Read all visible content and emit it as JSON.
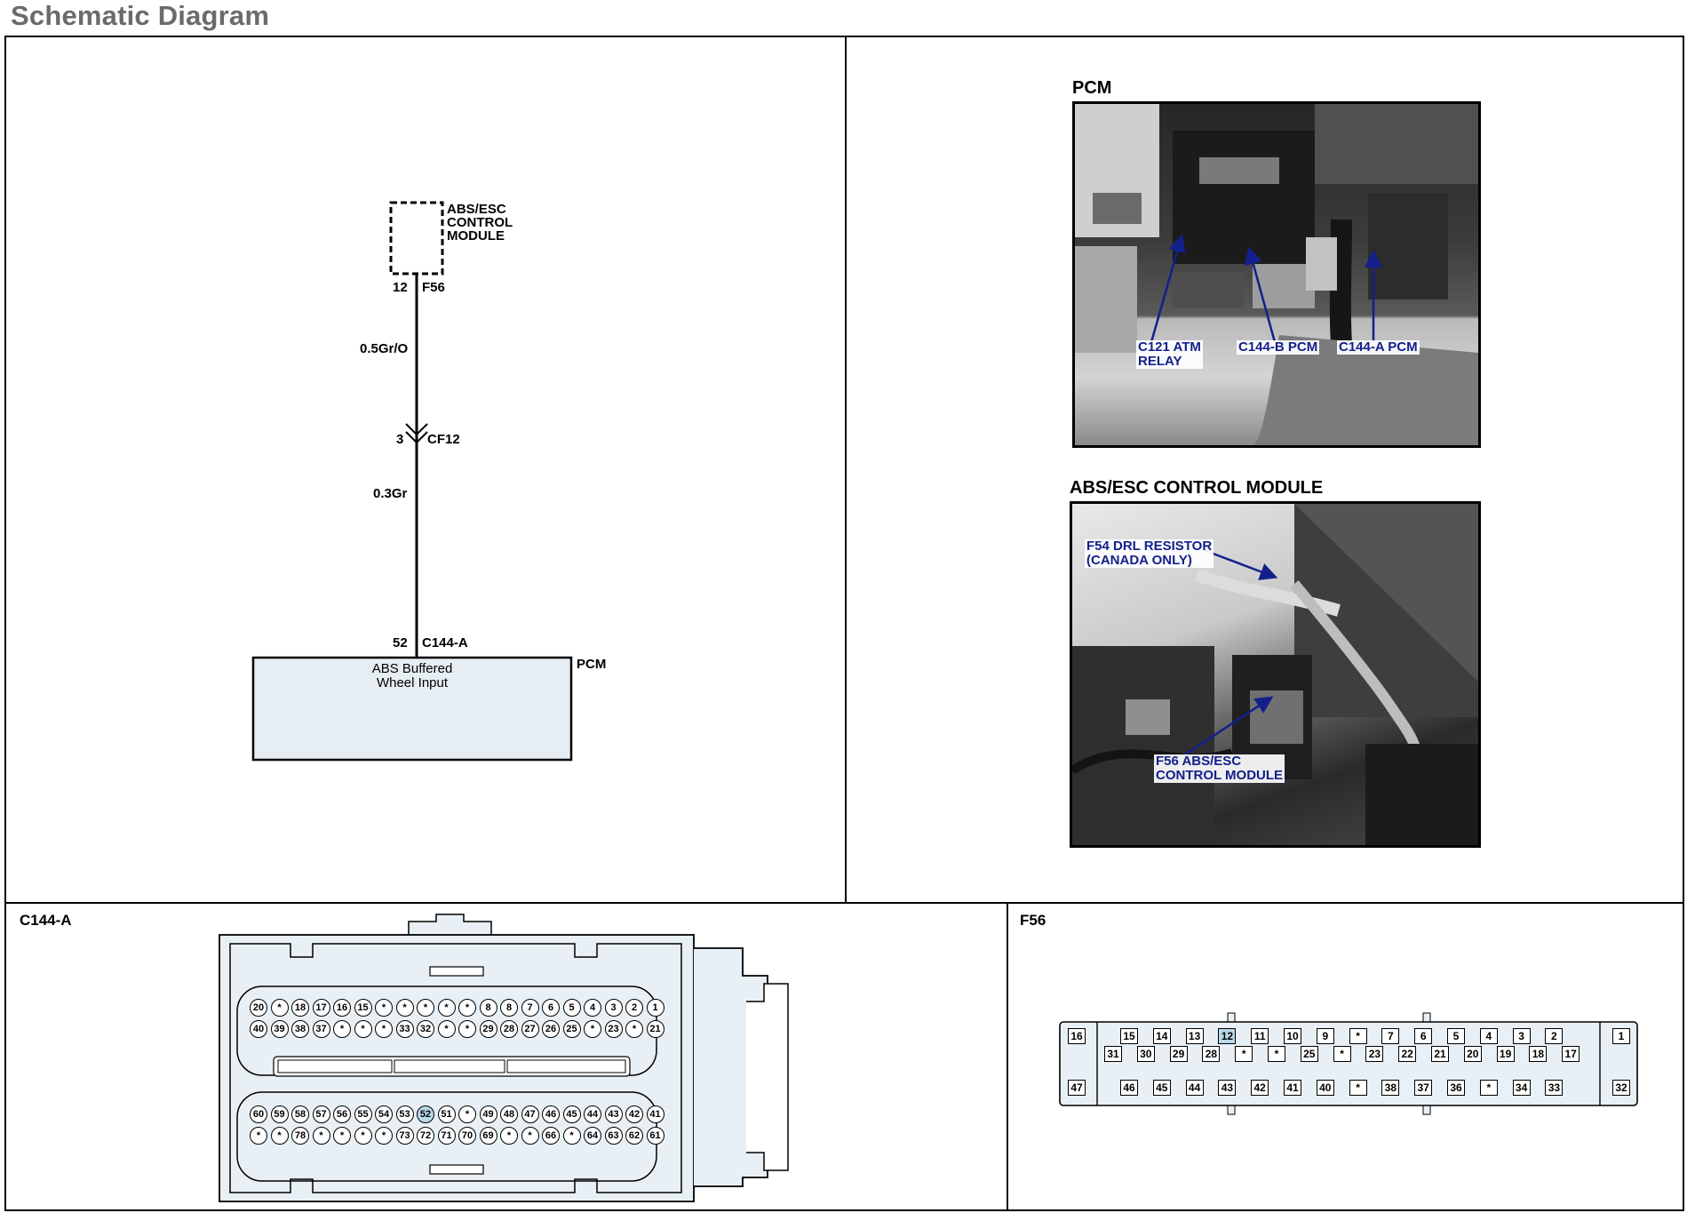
{
  "title": "Schematic Diagram",
  "schematic": {
    "module_top": {
      "name": "ABS/ESC\nCONTROL\nMODULE",
      "pin": "12",
      "connector": "F56"
    },
    "wire1": "0.5Gr/O",
    "inline": {
      "pin": "3",
      "connector": "CF12"
    },
    "wire2": "0.3Gr",
    "module_bottom": {
      "pin": "52",
      "connector": "C144-A",
      "name": "PCM",
      "function": "ABS Buffered\nWheel Input"
    }
  },
  "photos": {
    "pcm": {
      "title": "PCM",
      "callouts": [
        "C121 ATM\nRELAY",
        "C144-B PCM",
        "C144-A PCM"
      ]
    },
    "abs": {
      "title": "ABS/ESC CONTROL MODULE",
      "callouts": [
        "F54 DRL RESISTOR\n(CANADA ONLY)",
        "F56 ABS/ESC\nCONTROL MODULE"
      ]
    }
  },
  "connector_c144a": {
    "title": "C144-A",
    "highlight": "52",
    "rows": [
      [
        "20",
        "*",
        "18",
        "17",
        "16",
        "15",
        "*",
        "*",
        "*",
        "*",
        "*",
        "8",
        "8",
        "7",
        "6",
        "5",
        "4",
        "3",
        "2",
        "1"
      ],
      [
        "40",
        "39",
        "38",
        "37",
        "*",
        "*",
        "*",
        "33",
        "32",
        "*",
        "*",
        "29",
        "28",
        "27",
        "26",
        "25",
        "*",
        "23",
        "*",
        "21"
      ],
      [
        "60",
        "59",
        "58",
        "57",
        "56",
        "55",
        "54",
        "53",
        "52",
        "51",
        "*",
        "49",
        "48",
        "47",
        "46",
        "45",
        "44",
        "43",
        "42",
        "41"
      ],
      [
        "*",
        "*",
        "78",
        "*",
        "*",
        "*",
        "*",
        "73",
        "72",
        "71",
        "70",
        "69",
        "*",
        "*",
        "66",
        "*",
        "64",
        "63",
        "62",
        "61"
      ]
    ]
  },
  "connector_f56": {
    "title": "F56",
    "highlight": "12",
    "row1_left": "16",
    "row1": [
      "15",
      "14",
      "13",
      "12",
      "11",
      "10",
      "9",
      "*",
      "7",
      "6",
      "5",
      "4",
      "3",
      "2"
    ],
    "row1_right": "1",
    "row2": [
      "31",
      "30",
      "29",
      "28",
      "*",
      "*",
      "25",
      "*",
      "23",
      "22",
      "21",
      "20",
      "19",
      "18",
      "17"
    ],
    "row3_left": "47",
    "row3": [
      "46",
      "45",
      "44",
      "43",
      "42",
      "41",
      "40",
      "*",
      "38",
      "37",
      "36",
      "*",
      "34",
      "33"
    ],
    "row3_right": "32"
  }
}
